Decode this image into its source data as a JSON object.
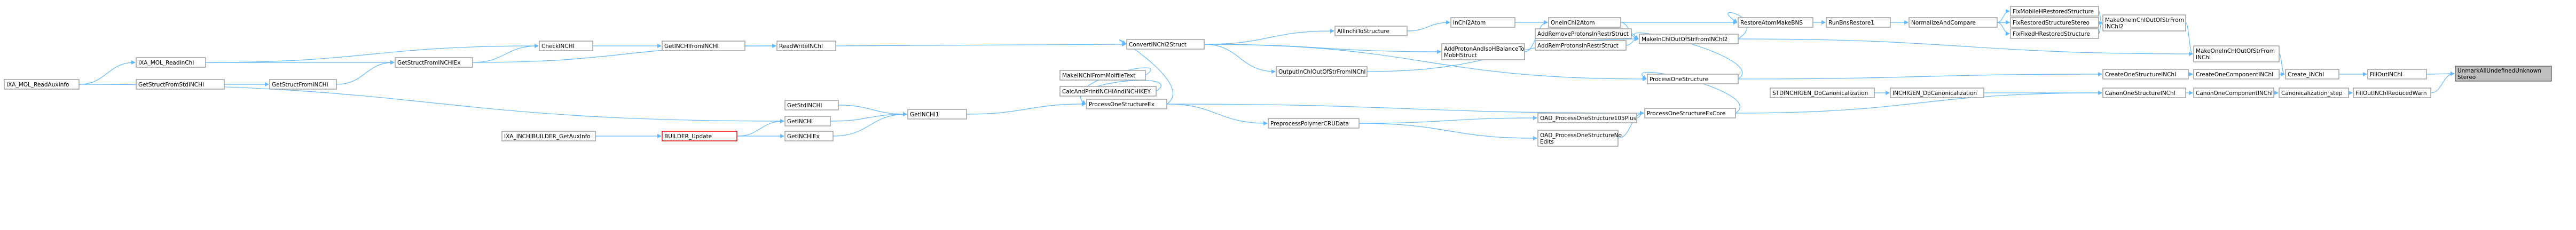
{
  "nodes": [
    {
      "id": "unmark",
      "lines": [
        "UnmarkAllUndefinedUnknown",
        "Stereo"
      ],
      "root": true
    },
    {
      "id": "fillout",
      "lines": [
        "FillOutINChI"
      ]
    },
    {
      "id": "fillreduced",
      "lines": [
        "FillOutINChIReducedWarn"
      ]
    },
    {
      "id": "create",
      "lines": [
        "Create_INChI"
      ]
    },
    {
      "id": "canonstep",
      "lines": [
        "Canonicalization_step"
      ]
    },
    {
      "id": "makeone",
      "lines": [
        "MakeOneInChIOutOfStrFrom",
        "INChI"
      ]
    },
    {
      "id": "createcomp",
      "lines": [
        "CreateOneComponentINChI"
      ]
    },
    {
      "id": "canoncomp",
      "lines": [
        "CanonOneComponentINChI"
      ]
    },
    {
      "id": "makeone2",
      "lines": [
        "MakeOneInChIOutOfStrFrom",
        "INChI2"
      ]
    },
    {
      "id": "createstruct",
      "lines": [
        "CreateOneStructureINChI"
      ]
    },
    {
      "id": "canonstruct",
      "lines": [
        "CanonOneStructureINChI"
      ]
    },
    {
      "id": "fixmobile",
      "lines": [
        "FixMobileHRestoredStructure"
      ]
    },
    {
      "id": "fixstereo",
      "lines": [
        "FixRestoredStructureStereo"
      ]
    },
    {
      "id": "fixfixed",
      "lines": [
        "FixFixedHRestoredStructure"
      ]
    },
    {
      "id": "normalize",
      "lines": [
        "NormalizeAndCompare"
      ]
    },
    {
      "id": "inchigen",
      "lines": [
        "INCHIGEN_DoCanonicalization"
      ]
    },
    {
      "id": "stdinchigen",
      "lines": [
        "STDINCHIGEN_DoCanonicalization"
      ]
    },
    {
      "id": "runbns",
      "lines": [
        "RunBnsRestore1"
      ]
    },
    {
      "id": "restoreatom",
      "lines": [
        "RestoreAtomMakeBNS"
      ]
    },
    {
      "id": "makeinchi2",
      "lines": [
        "MakeInChIOutOfStrFromINChI2"
      ]
    },
    {
      "id": "processone",
      "lines": [
        "ProcessOneStructure"
      ]
    },
    {
      "id": "processoneex",
      "lines": [
        "ProcessOneStructureExCore"
      ]
    },
    {
      "id": "oad105",
      "lines": [
        "OAD_ProcessOneStructure105Plus"
      ]
    },
    {
      "id": "oadnoedits",
      "lines": [
        "OAD_ProcessOneStructureNo",
        "Edits"
      ]
    },
    {
      "id": "onein",
      "lines": [
        "OneInChI2Atom"
      ]
    },
    {
      "id": "addremove",
      "lines": [
        "AddRemoveProtonsInRestrStruct"
      ]
    },
    {
      "id": "addremovep",
      "lines": [
        "AddRemProtonsInRestrStruct"
      ]
    },
    {
      "id": "inchi2atom",
      "lines": [
        "InChI2Atom"
      ]
    },
    {
      "id": "addprotons",
      "lines": [
        "AddProtonAndIsoHBalanceTo",
        "MobHStruct"
      ]
    },
    {
      "id": "ainchi",
      "lines": [
        "AllInchiToStructure"
      ]
    },
    {
      "id": "outputinchi",
      "lines": [
        "OutputInChIOutOfStrFromINChI"
      ]
    },
    {
      "id": "convert",
      "lines": [
        "ConvertINChI2Struct"
      ]
    },
    {
      "id": "polymer",
      "lines": [
        "PreprocessPolymerCRUData"
      ]
    },
    {
      "id": "processoneex2",
      "lines": [
        "ProcessOneStructureEx"
      ]
    },
    {
      "id": "makemolfile",
      "lines": [
        "MakeINChIFromMolfileText"
      ]
    },
    {
      "id": "calcandprint",
      "lines": [
        "CalcAndPrintINCHIAndINCHIKEY"
      ]
    },
    {
      "id": "getinchi1",
      "lines": [
        "GetINCHI1"
      ]
    },
    {
      "id": "getinchi",
      "lines": [
        "GetINCHI"
      ]
    },
    {
      "id": "getinchiex",
      "lines": [
        "GetINCHIEx"
      ]
    },
    {
      "id": "getstdinchi",
      "lines": [
        "GetStdINCHI"
      ]
    },
    {
      "id": "readwrite",
      "lines": [
        "ReadWriteINChI"
      ]
    },
    {
      "id": "getinchifrom",
      "lines": [
        "GetINCHIfromINCHI"
      ]
    },
    {
      "id": "checkinchi",
      "lines": [
        "CheckINCHI"
      ]
    },
    {
      "id": "getstructex",
      "lines": [
        "GetStructFromINCHIEx"
      ]
    },
    {
      "id": "getstruct",
      "lines": [
        "GetStructFromINCHI"
      ]
    },
    {
      "id": "getstructstd",
      "lines": [
        "GetStructFromStdINCHI"
      ]
    },
    {
      "id": "iximolread",
      "lines": [
        "IXA_MOL_ReadInChI"
      ]
    },
    {
      "id": "iximolaux",
      "lines": [
        "IXA_MOL_ReadAuxInfo"
      ]
    },
    {
      "id": "builder",
      "lines": [
        "BUILDER_Update"
      ],
      "red": true
    },
    {
      "id": "ixabuilder",
      "lines": [
        "IXA_INCHIBUILDER_GetAuxInfo"
      ]
    }
  ],
  "edges": [
    [
      "fillout",
      "unmark"
    ],
    [
      "fillreduced",
      "unmark"
    ],
    [
      "create",
      "fillout"
    ],
    [
      "canonstep",
      "fillreduced"
    ],
    [
      "makeone",
      "create"
    ],
    [
      "createcomp",
      "create"
    ],
    [
      "canoncomp",
      "canonstep"
    ],
    [
      "makeone2",
      "makeone"
    ],
    [
      "createstruct",
      "createcomp"
    ],
    [
      "canonstruct",
      "canoncomp"
    ],
    [
      "fixmobile",
      "makeone2"
    ],
    [
      "fixstereo",
      "makeone2"
    ],
    [
      "fixfixed",
      "makeone2"
    ],
    [
      "normalize",
      "makeone2"
    ],
    [
      "normalize",
      "fixmobile"
    ],
    [
      "normalize",
      "fixstereo"
    ],
    [
      "normalize",
      "fixfixed"
    ],
    [
      "inchigen",
      "canonstruct"
    ],
    [
      "stdinchigen",
      "inchigen"
    ],
    [
      "runbns",
      "normalize"
    ],
    [
      "restoreatom",
      "runbns"
    ],
    [
      "makeinchi2",
      "restoreatom"
    ],
    [
      "makeinchi2",
      "makeone"
    ],
    [
      "processone",
      "createstruct"
    ],
    [
      "processone",
      "makeinchi2"
    ],
    [
      "processoneex",
      "processone"
    ],
    [
      "processoneex",
      "canonstruct"
    ],
    [
      "oad105",
      "processoneex"
    ],
    [
      "oadnoedits",
      "processoneex"
    ],
    [
      "onein",
      "restoreatom"
    ],
    [
      "onein",
      "makeinchi2"
    ],
    [
      "addremove",
      "makeinchi2"
    ],
    [
      "addremovep",
      "makeinchi2"
    ],
    [
      "inchi2atom",
      "onein"
    ],
    [
      "addprotons",
      "onein"
    ],
    [
      "ainchi",
      "inchi2atom"
    ],
    [
      "outputinchi",
      "makeinchi2"
    ],
    [
      "convert",
      "ainchi"
    ],
    [
      "convert",
      "addprotons"
    ],
    [
      "convert",
      "outputinchi"
    ],
    [
      "convert",
      "processone"
    ],
    [
      "polymer",
      "oad105"
    ],
    [
      "polymer",
      "oadnoedits"
    ],
    [
      "processoneex2",
      "polymer"
    ],
    [
      "processoneex2",
      "processoneex"
    ],
    [
      "processoneex2",
      "convert"
    ],
    [
      "makemolfile",
      "processoneex2"
    ],
    [
      "calcandprint",
      "processoneex2"
    ],
    [
      "getinchi1",
      "processoneex2"
    ],
    [
      "getinchi",
      "getinchi1"
    ],
    [
      "getinchiex",
      "getinchi1"
    ],
    [
      "getstdinchi",
      "getinchi1"
    ],
    [
      "readwrite",
      "convert"
    ],
    [
      "getinchifrom",
      "readwrite"
    ],
    [
      "checkinchi",
      "getinchifrom"
    ],
    [
      "getstructex",
      "readwrite"
    ],
    [
      "getstructex",
      "checkinchi"
    ],
    [
      "getstruct",
      "getstructex"
    ],
    [
      "getstructstd",
      "getstruct"
    ],
    [
      "iximolread",
      "getstructex"
    ],
    [
      "iximolread",
      "checkinchi"
    ],
    [
      "iximolaux",
      "iximolread"
    ],
    [
      "iximolaux",
      "getinchi"
    ],
    [
      "builder",
      "getinchiex"
    ],
    [
      "builder",
      "getinchi"
    ],
    [
      "ixabuilder",
      "builder"
    ]
  ]
}
